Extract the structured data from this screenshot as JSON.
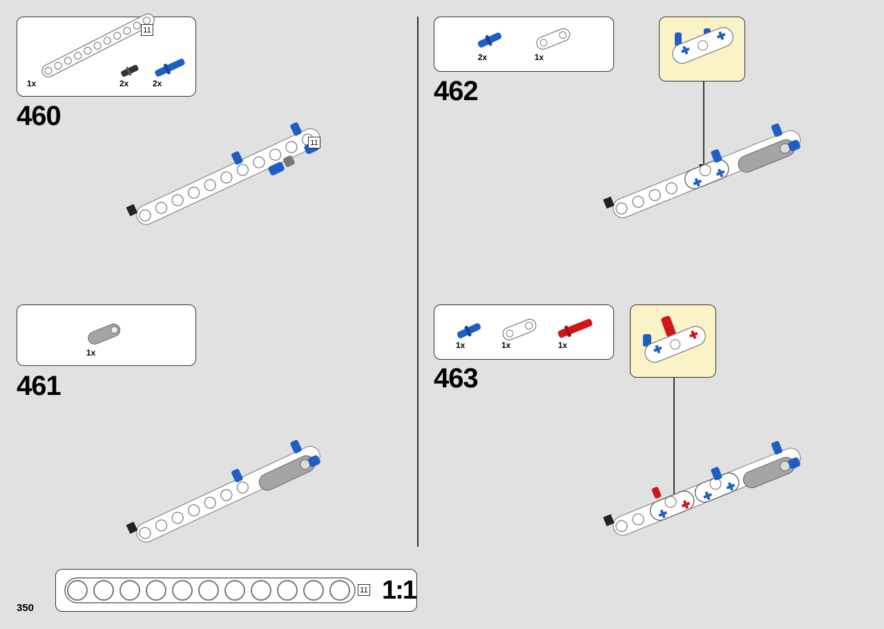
{
  "page": {
    "number": "350"
  },
  "steps": [
    {
      "number": "460",
      "parts": [
        {
          "qty": "1x",
          "name": "beam-11"
        },
        {
          "qty": "2x",
          "name": "pin-black"
        },
        {
          "qty": "2x",
          "name": "pin-blue"
        }
      ],
      "beam_length_badge": "11",
      "parts_beam_badge": "11"
    },
    {
      "number": "461",
      "parts": [
        {
          "qty": "1x",
          "name": "connector-gray"
        }
      ]
    },
    {
      "number": "462",
      "parts": [
        {
          "qty": "2x",
          "name": "pin-blue"
        },
        {
          "qty": "1x",
          "name": "connector-white"
        }
      ]
    },
    {
      "number": "463",
      "parts": [
        {
          "qty": "1x",
          "name": "pin-blue"
        },
        {
          "qty": "1x",
          "name": "connector-white"
        },
        {
          "qty": "1x",
          "name": "pin-red"
        }
      ]
    }
  ],
  "scale": {
    "label": "1:1",
    "beam_badge": "11"
  },
  "colors": {
    "background": "#e1e1e1",
    "callout": "#fbf3c8",
    "blue": "#1f5fc4",
    "red": "#d01616",
    "gray": "#9a9a9a"
  }
}
